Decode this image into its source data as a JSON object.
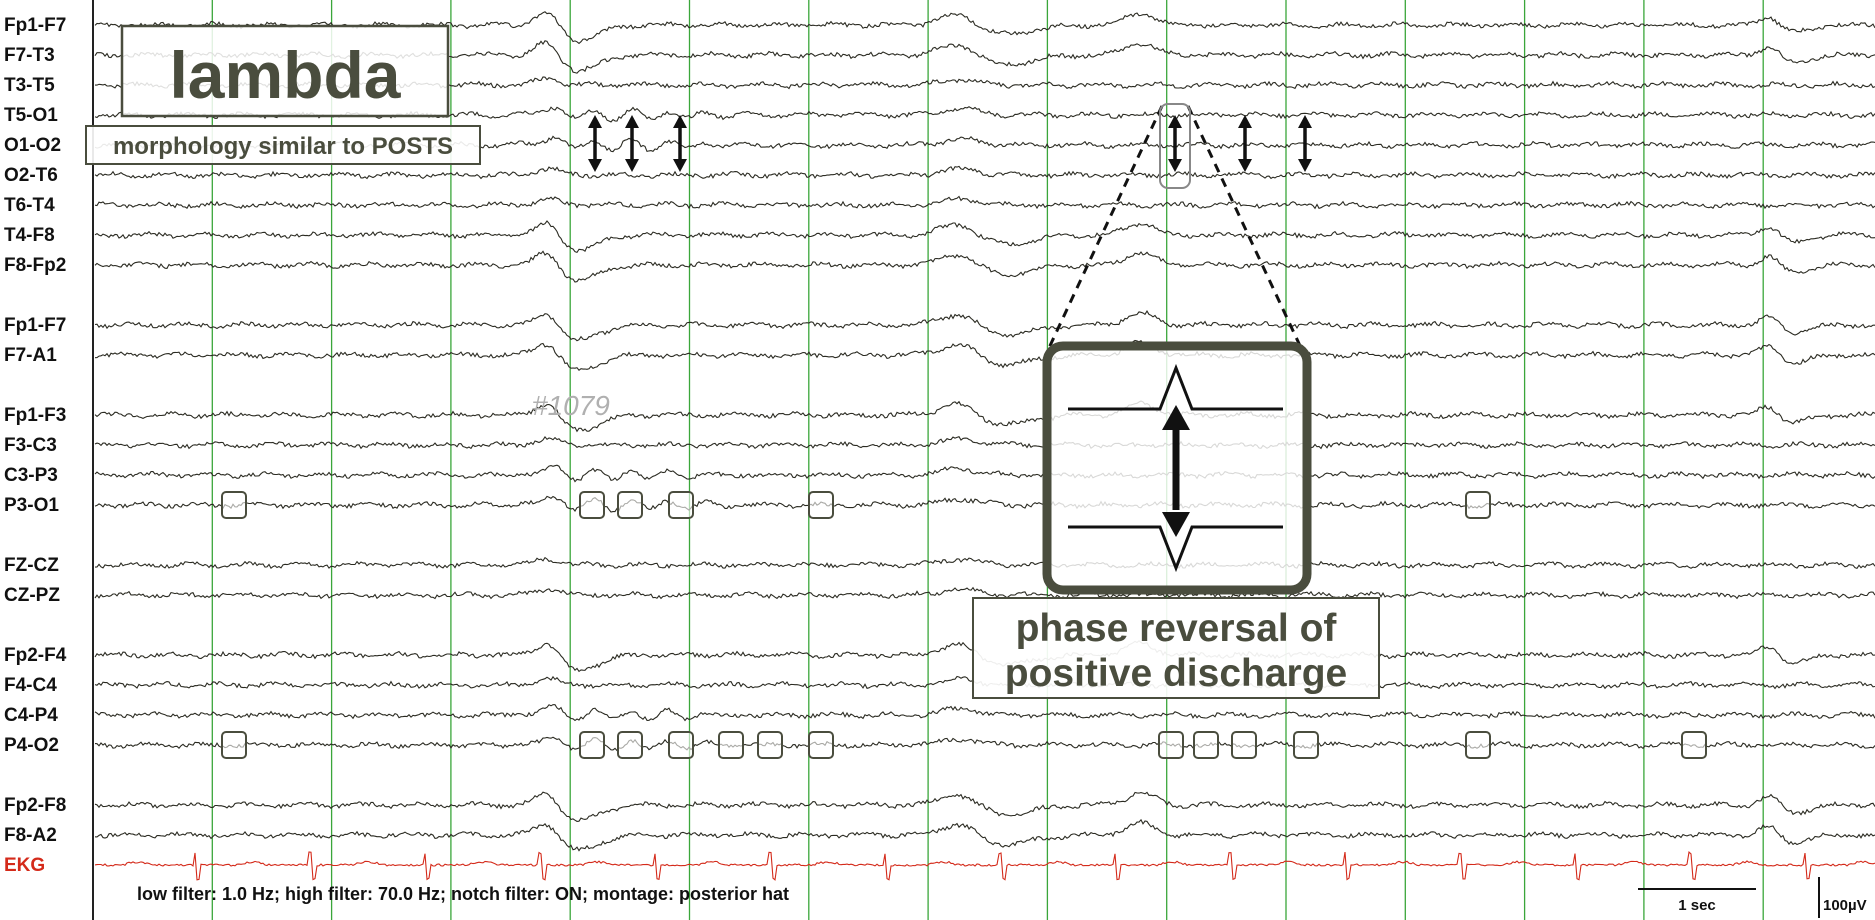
{
  "channels": [
    {
      "label": "Fp1-F7"
    },
    {
      "label": "F7-T3"
    },
    {
      "label": "T3-T5"
    },
    {
      "label": "T5-O1"
    },
    {
      "label": "O1-O2"
    },
    {
      "label": "O2-T6"
    },
    {
      "label": "T6-T4"
    },
    {
      "label": "T4-F8"
    },
    {
      "label": "F8-Fp2"
    },
    {
      "label": "Fp1-F7"
    },
    {
      "label": "F7-A1"
    },
    {
      "label": "Fp1-F3"
    },
    {
      "label": "F3-C3"
    },
    {
      "label": "C3-P3"
    },
    {
      "label": "P3-O1"
    },
    {
      "label": "FZ-CZ"
    },
    {
      "label": "CZ-PZ"
    },
    {
      "label": "Fp2-F4"
    },
    {
      "label": "F4-C4"
    },
    {
      "label": "C4-P4"
    },
    {
      "label": "P4-O2"
    },
    {
      "label": "Fp2-F8"
    },
    {
      "label": "F8-A2"
    },
    {
      "label": "EKG",
      "color": "#d42a1a"
    }
  ],
  "annotations": {
    "title": "lambda",
    "subtitle": "morphology similar to POSTS",
    "phase_line1": "phase reversal of",
    "phase_line2": "positive discharge",
    "watermark": "#1079"
  },
  "footer": {
    "filters": "low filter: 1.0 Hz; high filter: 70.0 Hz; notch filter: ON; montage: posterior hat"
  },
  "scale": {
    "time": "1 sec",
    "amplitude": "100µV"
  },
  "colors": {
    "trace": "#2b2b22",
    "ekg": "#d42a1a",
    "gridline": "#3aa63a",
    "annotation": "#4a4d3e"
  }
}
